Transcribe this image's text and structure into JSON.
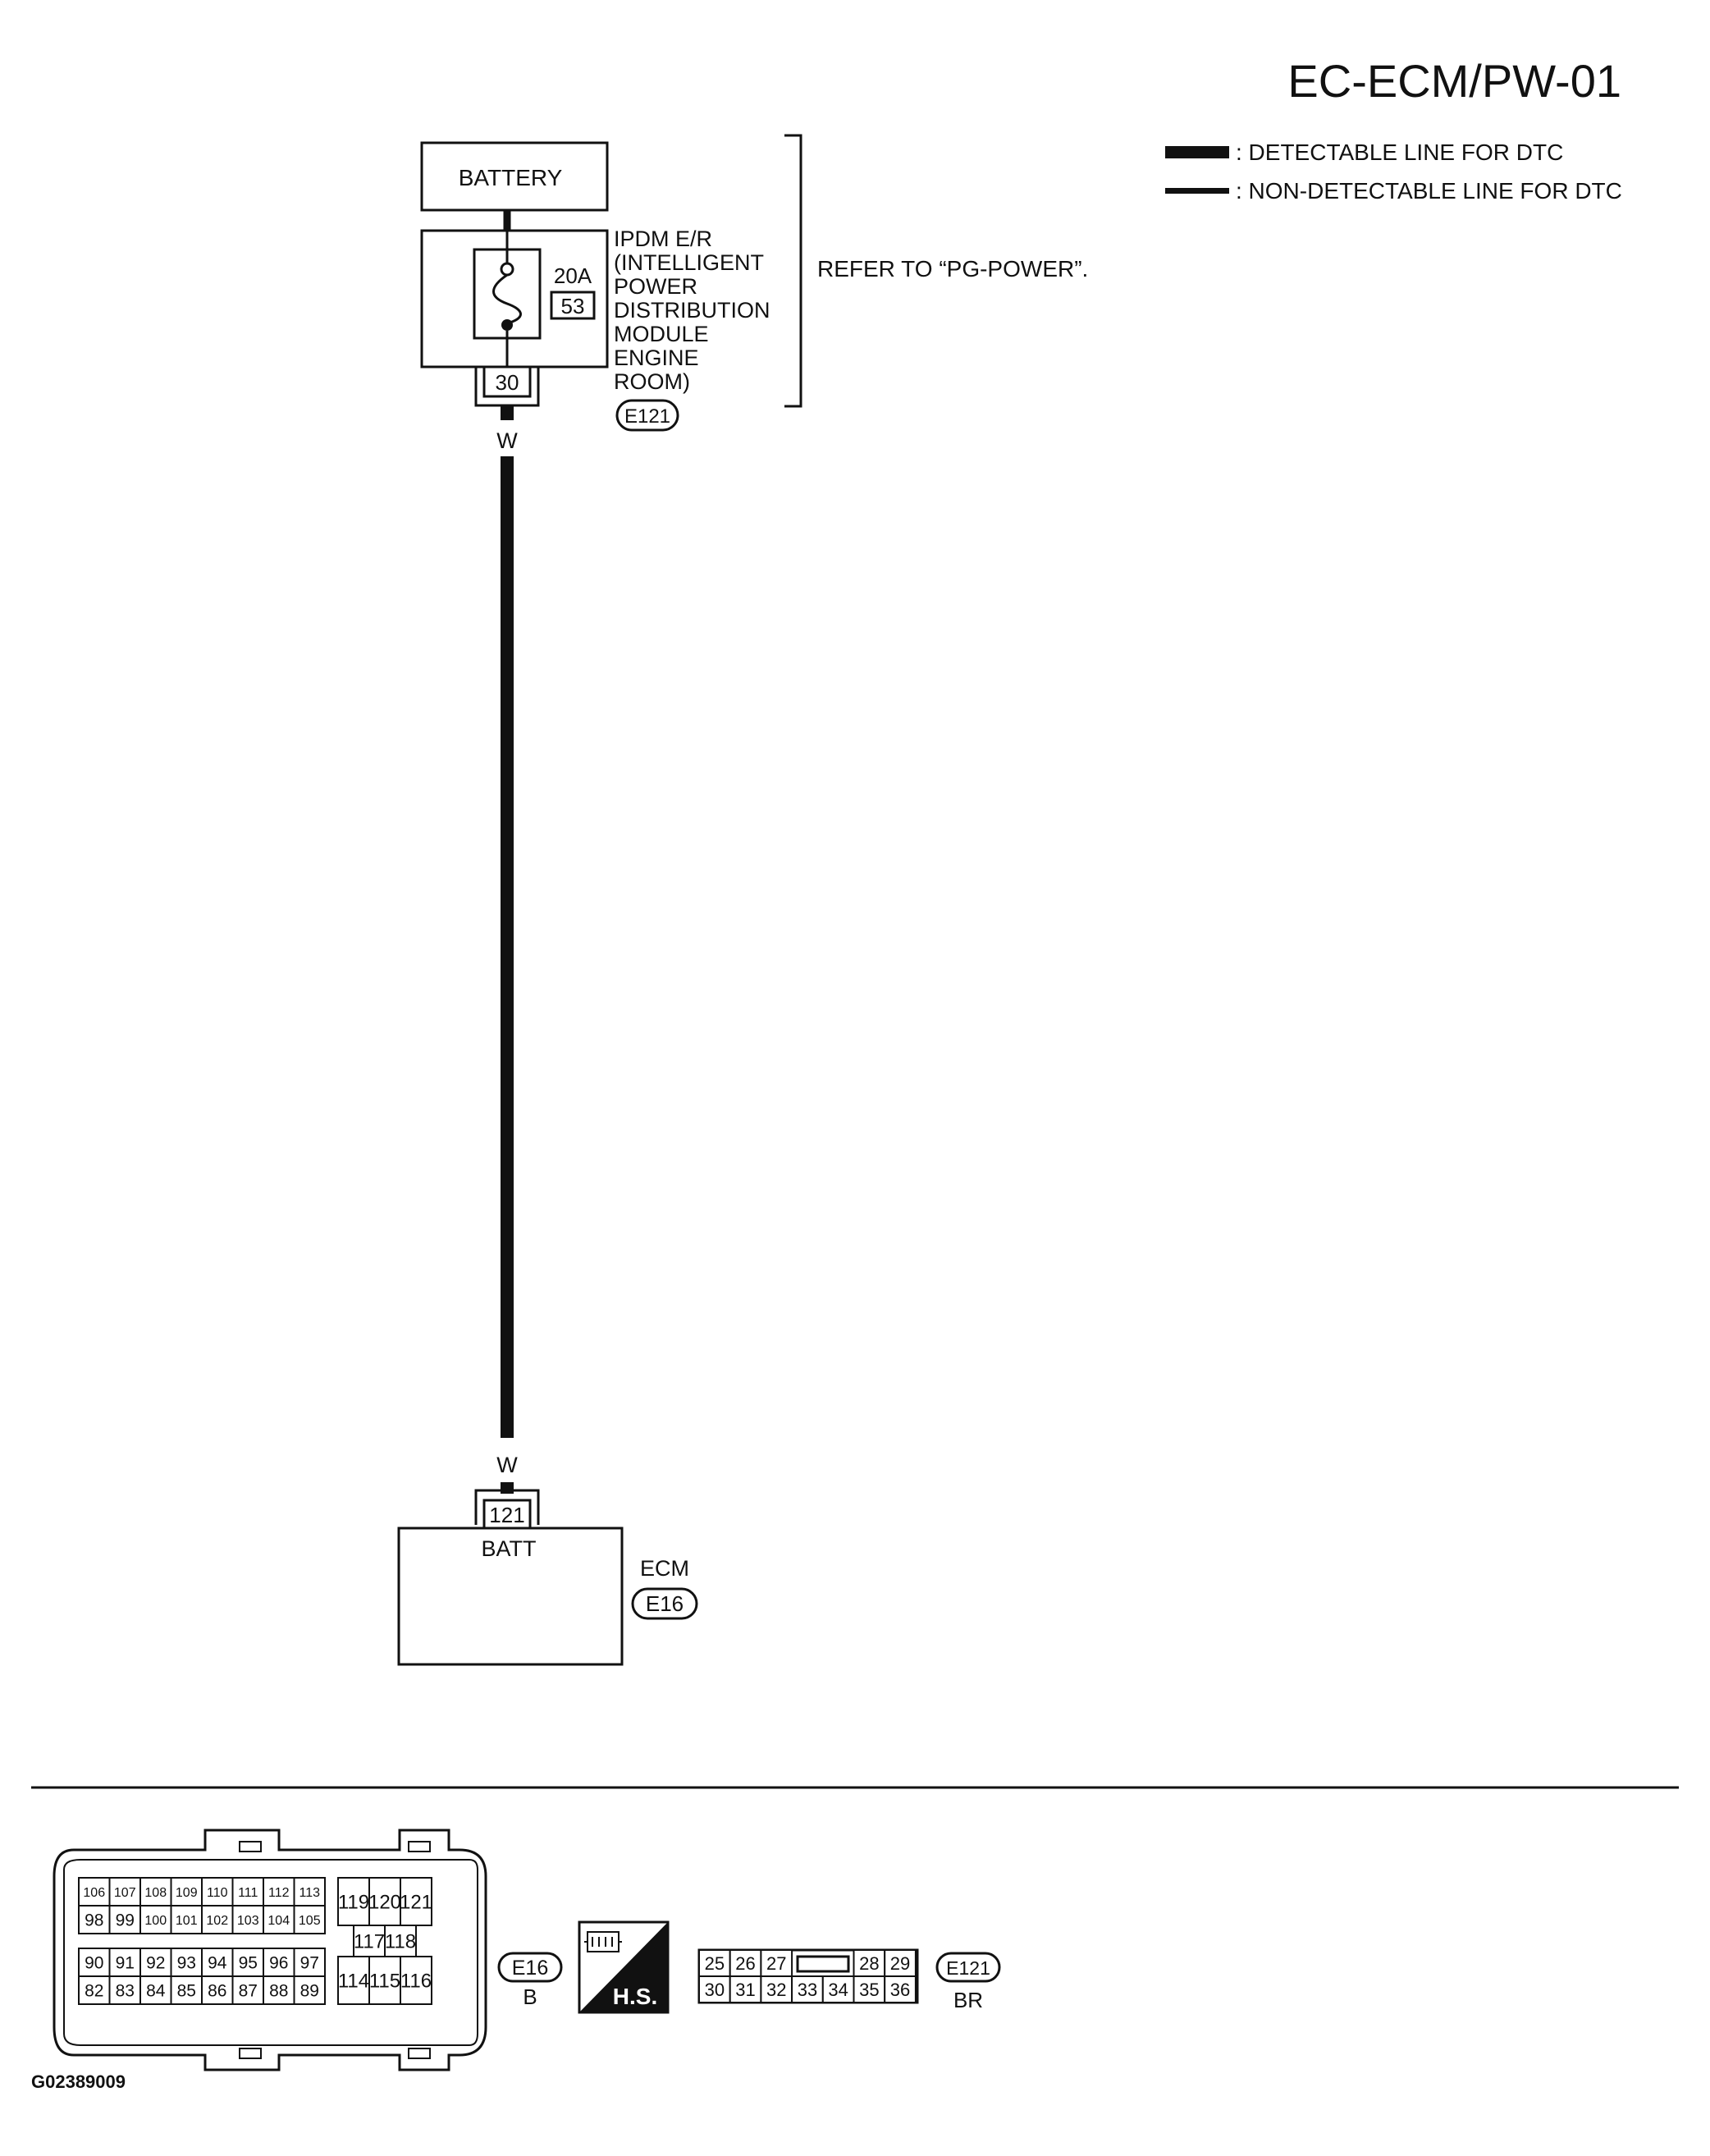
{
  "page_code": "EC-ECM/PW-01",
  "legend": [
    {
      "label": ": DETECTABLE LINE FOR DTC",
      "style": "thick"
    },
    {
      "label": ": NON-DETECTABLE LINE FOR DTC",
      "style": "thin"
    }
  ],
  "battery": {
    "label": "BATTERY"
  },
  "ipdm": {
    "fuse_rating": "20A",
    "fuse_number": "53",
    "name_lines": [
      "IPDM E/R",
      "(INTELLIGENT",
      "POWER",
      "DISTRIBUTION",
      "MODULE",
      "ENGINE",
      "ROOM)"
    ],
    "terminal": "30",
    "connector": "E121"
  },
  "refer_note": "REFER TO “PG-POWER”.",
  "wire": {
    "color_top": "W",
    "color_bottom": "W"
  },
  "ecm": {
    "name": "ECM",
    "connector": "E16",
    "terminal": "121",
    "terminal_label": "BATT"
  },
  "connector_e16": {
    "id": "E16",
    "color": "B",
    "rows": [
      [
        "106",
        "107",
        "108",
        "109",
        "110",
        "111",
        "112",
        "113"
      ],
      [
        "98",
        "99",
        "100",
        "101",
        "102",
        "103",
        "104",
        "105"
      ],
      [
        "90",
        "91",
        "92",
        "93",
        "94",
        "95",
        "96",
        "97"
      ],
      [
        "82",
        "83",
        "84",
        "85",
        "86",
        "87",
        "88",
        "89"
      ]
    ],
    "right_top": [
      "119",
      "120",
      "121"
    ],
    "right_mid": [
      "117",
      "118"
    ],
    "right_bottom": [
      "114",
      "115",
      "116"
    ]
  },
  "hs_badge": {
    "label": "H.S."
  },
  "connector_e121": {
    "id": "E121",
    "color": "BR",
    "top_left": [
      "25",
      "26",
      "27"
    ],
    "top_right": [
      "28",
      "29"
    ],
    "bottom": [
      "30",
      "31",
      "32",
      "33",
      "34",
      "35",
      "36"
    ]
  },
  "figure_id": "G02389009",
  "colors": {
    "ink": "#111111",
    "background": "#ffffff"
  }
}
